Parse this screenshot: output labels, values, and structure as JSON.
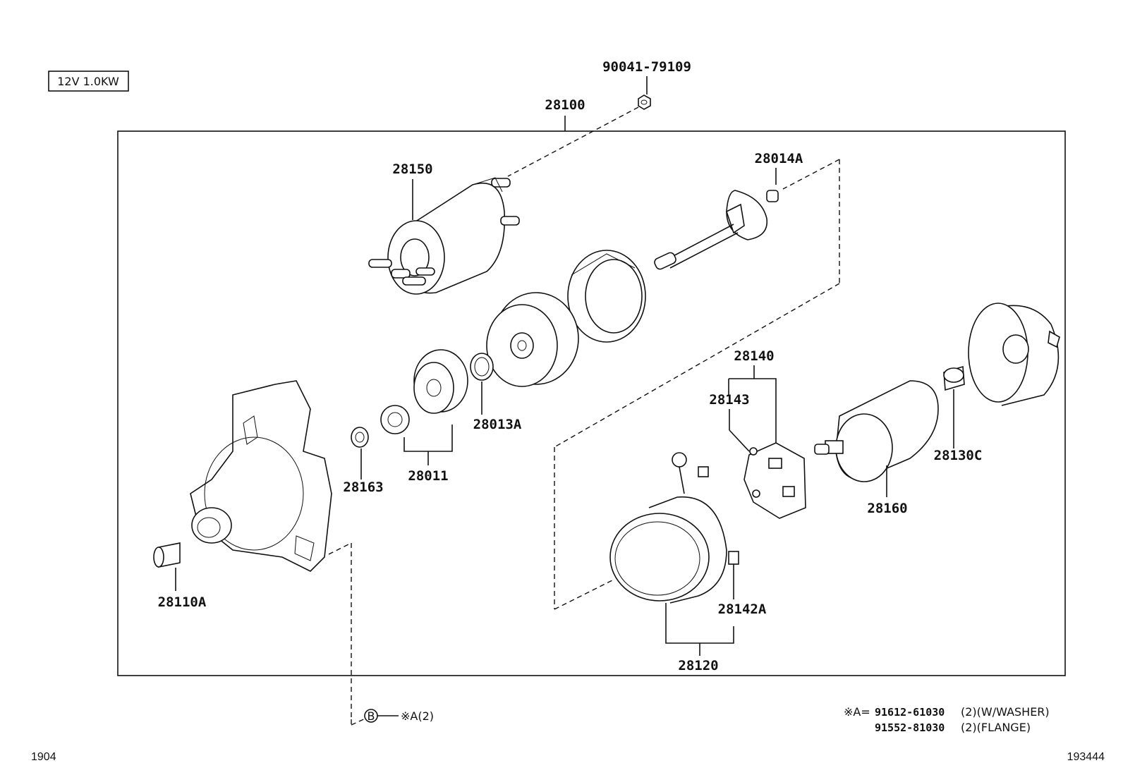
{
  "spec_box": "12V 1.0KW",
  "labels": {
    "p90041": "90041-79109",
    "p28100": "28100",
    "p28150": "28150",
    "p28014A": "28014A",
    "p28140": "28140",
    "p28143": "28143",
    "p28013A": "28013A",
    "p28011": "28011",
    "p28163": "28163",
    "p28110A": "28110A",
    "p28130C": "28130C",
    "p28160": "28160",
    "p28142A": "28142A",
    "p28120": "28120"
  },
  "callout": {
    "circle_letter": "B",
    "text": "※A(2)"
  },
  "footnote": {
    "line1_prefix": "※A=",
    "line1_part": "91612-61030",
    "line1_suffix": "(2)(W/WASHER)",
    "line2_part": "91552-81030",
    "line2_suffix": "(2)(FLANGE)"
  },
  "corners": {
    "left": "1904",
    "right": "193444"
  }
}
